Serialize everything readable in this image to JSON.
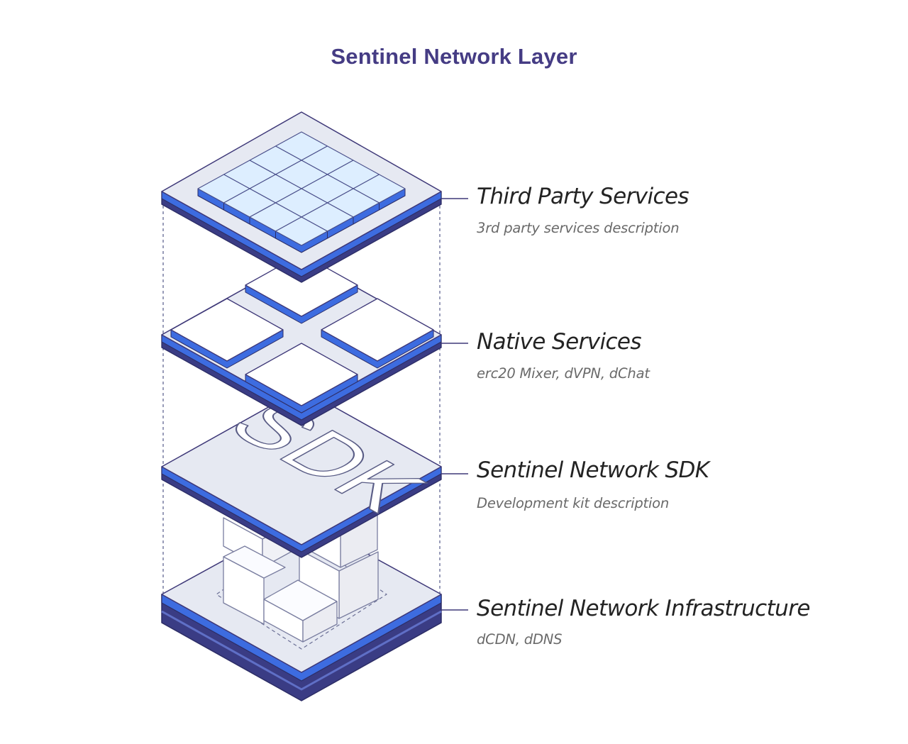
{
  "title": "Sentinel Network Layer",
  "layers": [
    {
      "name": "Third Party Services",
      "description": "3rd party services description"
    },
    {
      "name": "Native Services",
      "description": "erc20 Mixer, dVPN, dChat"
    },
    {
      "name": "Sentinel Network SDK",
      "description": "Development kit description"
    },
    {
      "name": "Sentinel Network Infrastructure",
      "description": "dCDN, dDNS"
    }
  ],
  "sdk_plate_text": "SDK",
  "colors": {
    "title": "#453c84",
    "outline": "#3e3878",
    "plate_top": "#e9ebf3",
    "plate_edge": "#3d6ce0",
    "plate_dark": "#3a3c84",
    "grid_tile": "#ddeeff",
    "label_text": "#232323",
    "description_text": "#6a6a6a"
  }
}
